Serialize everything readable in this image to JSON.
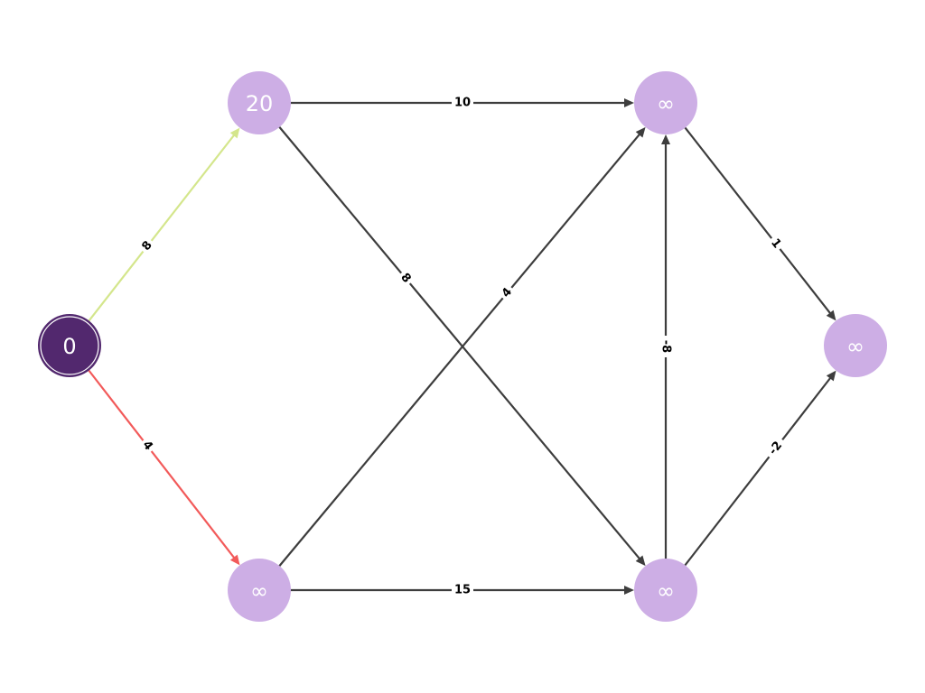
{
  "colors": {
    "node": "#cdaee5",
    "source_node": "#52286e",
    "edge": "#3d3d3d",
    "edge_green": "#d4e68c",
    "edge_red": "#f25a5a"
  },
  "nodes": [
    {
      "id": "s",
      "label": "0",
      "source": true
    },
    {
      "id": "a",
      "label": "20"
    },
    {
      "id": "b",
      "label": "∞"
    },
    {
      "id": "c",
      "label": "∞"
    },
    {
      "id": "d",
      "label": "∞"
    },
    {
      "id": "e",
      "label": "∞"
    }
  ],
  "edges": [
    {
      "from": "s",
      "to": "a",
      "weight": "8",
      "color": "#d4e68c"
    },
    {
      "from": "s",
      "to": "b",
      "weight": "4",
      "color": "#f25a5a"
    },
    {
      "from": "a",
      "to": "c",
      "weight": "10",
      "color": "#3d3d3d"
    },
    {
      "from": "a",
      "to": "d",
      "weight": "8",
      "color": "#3d3d3d"
    },
    {
      "from": "b",
      "to": "c",
      "weight": "4",
      "color": "#3d3d3d"
    },
    {
      "from": "b",
      "to": "d",
      "weight": "15",
      "color": "#3d3d3d"
    },
    {
      "from": "d",
      "to": "c",
      "weight": "-8",
      "color": "#3d3d3d"
    },
    {
      "from": "c",
      "to": "e",
      "weight": "1",
      "color": "#3d3d3d"
    },
    {
      "from": "d",
      "to": "e",
      "weight": "-2",
      "color": "#3d3d3d"
    }
  ]
}
